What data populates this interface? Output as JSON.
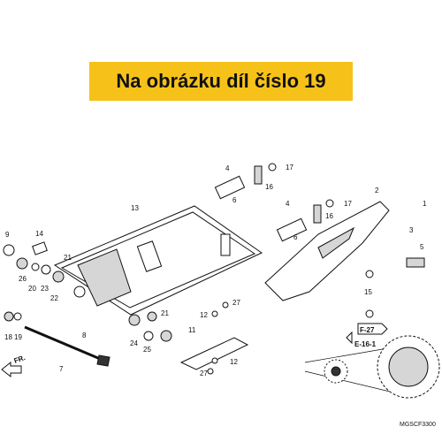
{
  "banner": {
    "text": "Na obrázku díl číslo 19"
  },
  "diagram": {
    "part_numbers": [
      "1",
      "2",
      "3",
      "4",
      "5",
      "6",
      "7",
      "8",
      "9",
      "11",
      "12",
      "13",
      "14",
      "15",
      "16",
      "17",
      "18",
      "19",
      "20",
      "21",
      "22",
      "23",
      "24",
      "25",
      "26",
      "27"
    ],
    "references": [
      "F-27",
      "E-16-1"
    ],
    "direction_label": "FR.",
    "diagram_code": "MGSCF3300"
  },
  "colors": {
    "banner_bg": "#f6c21a",
    "line": "#111111",
    "fill_grey": "#d6d6d6"
  }
}
